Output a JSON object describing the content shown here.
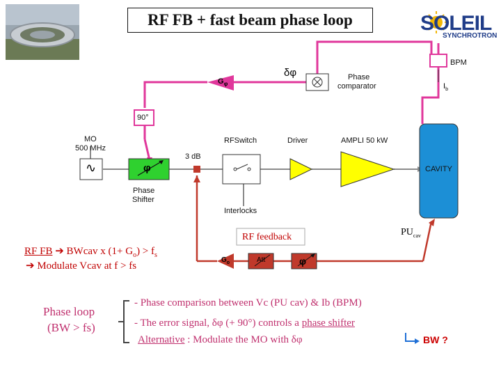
{
  "title": "RF FB + fast beam phase loop",
  "logo": {
    "name": "SOLEIL",
    "sub": "SYNCHROTRON"
  },
  "diagram": {
    "bpm": "BPM",
    "delta_phi": "δφ",
    "g_phi": "G",
    "g_phi_sub": "φ",
    "phase_comparator": [
      "Phase",
      "comparator"
    ],
    "ib": "I",
    "ib_sub": "b",
    "deg90": "90°",
    "mo": [
      "MO",
      "500 MHz"
    ],
    "rf_switch": "RFSwitch",
    "driver": "Driver",
    "ampli": "AMPLI 50 kW",
    "three_db": "3 dB",
    "cavity": "CAVITY",
    "phi_symbol": "φ",
    "phase_shifter": [
      "Phase",
      "Shifter"
    ],
    "interlocks": "Interlocks",
    "rf_feedback": "RF feedback",
    "pu_cav": "PU",
    "pu_cav_sub": "cav",
    "g0": "G",
    "g0_sub": "o",
    "att": "Att",
    "sine_symbol": "∿"
  },
  "left_notes": {
    "rf_fb_line": [
      "RF FB",
      " BWcav",
      " x (1+ G",
      "o",
      ") > f",
      "s"
    ],
    "rf_fb_full": "RF FB → BWcav x (1+ Go) > fs",
    "modulate_line": "Modulate Vcav at f > fs",
    "phase_loop": "Phase loop",
    "phase_loop_bw": "(BW > fs)"
  },
  "right_notes": {
    "line1": "- Phase comparison between Vc (PU cav) & Ib (BPM)",
    "line2_pre": "- The error signal, δφ (+ 90°) controls a",
    "line2_link": "phase shifter",
    "line3_pre": "Alternative",
    "line3_post": " : Modulate the MO with δφ",
    "bw_question": "BW ?"
  },
  "colors": {
    "magenta": "#e0379b",
    "gray_line": "#8a8a8a",
    "red_line": "#c0392b",
    "cavity_blue": "#1c8fd6",
    "yellow_amp": "#ffff00",
    "green_box": "#2fd12f",
    "title_red": "#cc0000"
  }
}
